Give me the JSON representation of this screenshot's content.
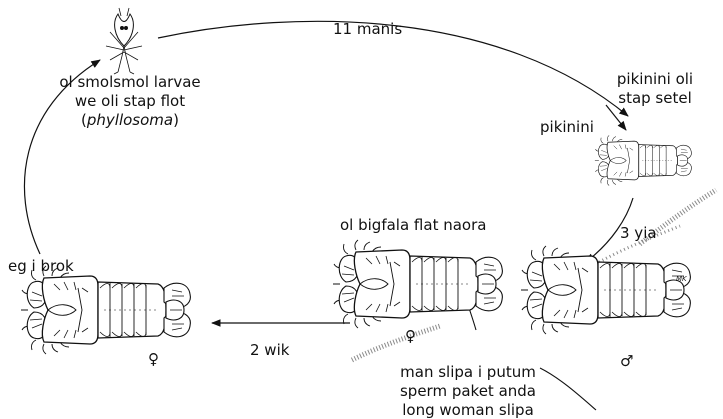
{
  "labels": {
    "cycle_duration": "11 manis",
    "larvae_line1": "ol smolsmol larvae",
    "larvae_line2": "we oli stap flot",
    "larvae_paren_open": "(",
    "larvae_term": "phyllosoma",
    "larvae_paren_close": ")",
    "juvenile_settle_line1": "pikinini oli",
    "juvenile_settle_line2": "stap setel",
    "juvenile": "pikinini",
    "growth_time": "3 yia",
    "adults": "ol bigfala flat naora",
    "egg_hatch": "eg i brok",
    "egg_time": "2 wik",
    "mating_line1": "man slipa i putum",
    "mating_line2": "sperm paket anda",
    "mating_line3": "long woman slipa",
    "female_symbol": "♀",
    "female_symbol_2": "♀",
    "male_symbol": "♂",
    "artist_mark": "MK"
  },
  "colors": {
    "ink": "#111111",
    "stipple": "#8a8a8a"
  }
}
